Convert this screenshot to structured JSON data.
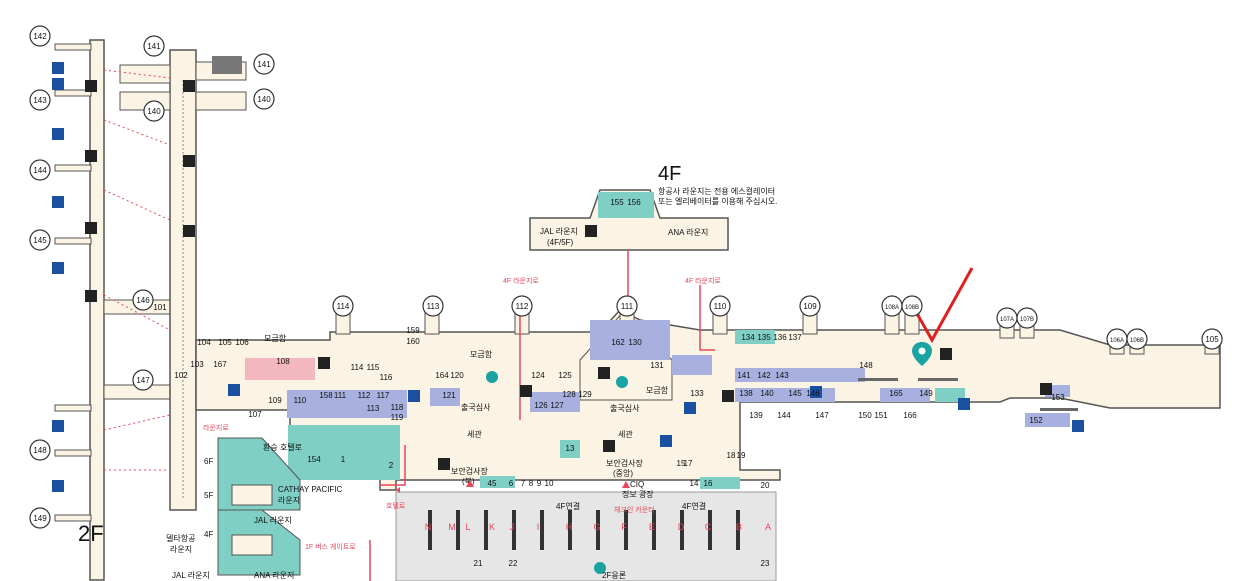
{
  "map": {
    "floor_4f": "4F",
    "floor_4f_note_line1": "항공사 라운지는 전용 에스컬레이터",
    "floor_4f_note_line2": "또는 엘리베이터를 이용해 주십시오.",
    "floor_2f": "2F",
    "jal_lounge_4f_line1": "JAL 라운지",
    "jal_lounge_4f_line2": "(4F/5F)",
    "ana_lounge_4f": "ANA 라운지",
    "route_4f_lounge_left": "4F 라운지로",
    "route_4f_lounge_right": "4F 라운지로",
    "route_lounge": "라운지로",
    "route_hotel": "호텔로",
    "route_bus_gate": "1F 버스 게이트로",
    "mailbox_left": "모금함",
    "mailbox_center": "모금함",
    "mailbox_right": "모금함",
    "transfer_hotel_route": "환승 호텔로",
    "departure_check_north": "출국심사",
    "departure_check_center": "출국심사",
    "customs_north": "세관",
    "customs_center": "세관",
    "security_north_line1": "보안검사장",
    "security_north_line2": "(북)",
    "security_center_line1": "보안검사장",
    "security_center_line2": "(중앙)",
    "ciq_plaza_line1": "CIQ",
    "ciq_plaza_line2": "정보 광장",
    "connect_4f_a": "4F연결",
    "connect_4f_b": "4F연결",
    "checkin_counter": "체크인 카운터",
    "checkin_2f": "2F응론",
    "cathay_lounge_line1": "CATHAY PACIFIC",
    "cathay_lounge_line2": "라운지",
    "jal_lounge_5f": "JAL 라운지",
    "delta_lounge_line1": "델타항공",
    "delta_lounge_line2": "라운지",
    "jal_lounge_bottom": "JAL 라운지",
    "ana_lounge_bottom": "ANA 라운지",
    "floor_6f": "6F",
    "floor_5f": "5F",
    "floor_4f_side": "4F"
  },
  "gates": {
    "left_pier": [
      "142",
      "143",
      "144",
      "145",
      "146",
      "147",
      "148",
      "149"
    ],
    "north_pier": [
      "141",
      "140"
    ],
    "main": [
      "114",
      "113",
      "112",
      "111",
      "110",
      "109",
      "108A",
      "108B",
      "107A",
      "107B",
      "106A",
      "106B",
      "105"
    ]
  },
  "shops": {
    "blue": [
      "110",
      "158",
      "111",
      "112",
      "117",
      "113",
      "118",
      "119",
      "121",
      "126",
      "127",
      "128",
      "129",
      "125",
      "124",
      "164",
      "120",
      "162",
      "130",
      "131",
      "133",
      "138",
      "139",
      "140",
      "144",
      "145",
      "146",
      "147",
      "150",
      "151",
      "165",
      "166",
      "141",
      "142",
      "134",
      "135",
      "136",
      "137",
      "152",
      "153",
      "104",
      "105",
      "106"
    ],
    "pink": [
      "108",
      "116",
      "103",
      "143",
      "148",
      "2",
      "101"
    ],
    "teal": [
      "154",
      "1",
      "155",
      "156",
      "13",
      "149",
      "16",
      "14",
      "45",
      "6",
      "7",
      "8",
      "9",
      "10",
      "15",
      "18",
      "19",
      "20",
      "21",
      "22",
      "23"
    ],
    "other": [
      "107",
      "109",
      "114",
      "115",
      "159",
      "160",
      "102",
      "167",
      "17"
    ]
  },
  "counters": [
    "N",
    "M",
    "L",
    "K",
    "J",
    "I",
    "H",
    "G",
    "F",
    "E",
    "D",
    "C",
    "B",
    "A"
  ],
  "colors": {
    "terminal_fill": "#fbf3e3",
    "terminal_stroke": "#555555",
    "shop_blue": "#a7b0de",
    "shop_pink": "#f3b7bf",
    "shop_teal": "#7fcfc4",
    "route_red": "#e8475a",
    "pin_teal": "#1aa3a3",
    "checkmark_red": "#e02020",
    "restroom_blue": "#1b4fa0",
    "icon_dark": "#222222",
    "counter_gray": "#e6e6e6"
  }
}
